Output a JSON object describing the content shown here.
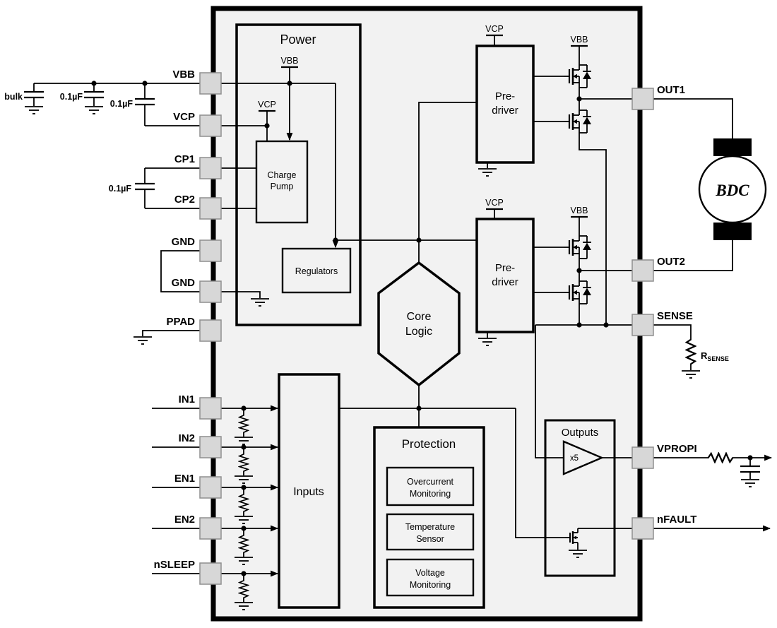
{
  "pins_left": {
    "vbb": "VBB",
    "vcp": "VCP",
    "cp1": "CP1",
    "cp2": "CP2",
    "gnd1": "GND",
    "gnd2": "GND",
    "ppad": "PPAD",
    "in1": "IN1",
    "in2": "IN2",
    "en1": "EN1",
    "en2": "EN2",
    "nsleep": "nSLEEP"
  },
  "pins_right": {
    "out1": "OUT1",
    "out2": "OUT2",
    "sense": "SENSE",
    "vpropi": "VPROPI",
    "nfault": "nFAULT"
  },
  "nets": {
    "vbb": "VBB",
    "vcp": "VCP"
  },
  "blocks": {
    "power": "Power",
    "charge_pump_line1": "Charge",
    "charge_pump_line2": "Pump",
    "regulators": "Regulators",
    "predriver_line1": "Pre-",
    "predriver_line2": "driver",
    "core_line1": "Core",
    "core_line2": "Logic",
    "inputs": "Inputs",
    "protection": "Protection",
    "overcurrent_line1": "Overcurrent",
    "overcurrent_line2": "Monitoring",
    "temperature_line1": "Temperature",
    "temperature_line2": "Sensor",
    "voltage_line1": "Voltage",
    "voltage_line2": "Monitoring",
    "outputs": "Outputs",
    "amp_gain": "x5"
  },
  "external": {
    "bulk_cap": "bulk",
    "cap_value": "0.1µF",
    "motor": "BDC",
    "rsense_prefix": "R",
    "rsense_subscript": "SENSE"
  },
  "colors": {
    "chip_fill": "#f2f2f2",
    "pad_fill": "#d7d7d7",
    "line": "#000000"
  }
}
